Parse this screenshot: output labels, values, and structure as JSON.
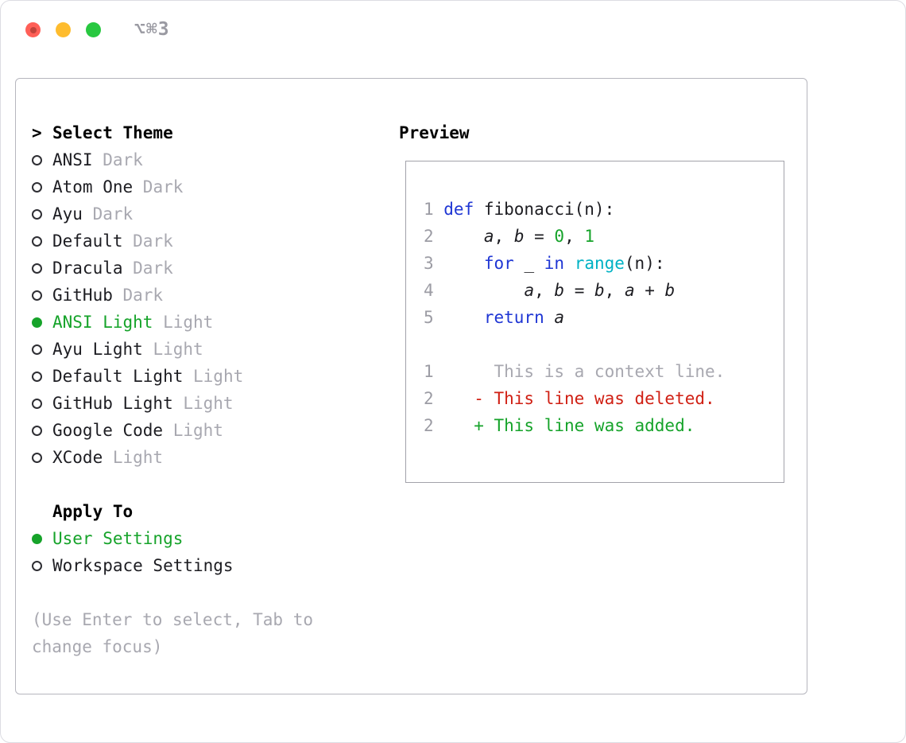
{
  "window": {
    "shortcut_label": "⌥⌘3"
  },
  "panel": {
    "select_theme": {
      "prefix": ">",
      "title": "Select Theme",
      "themes": [
        {
          "name": "ANSI",
          "variant": "Dark",
          "selected": false
        },
        {
          "name": "Atom One",
          "variant": "Dark",
          "selected": false
        },
        {
          "name": "Ayu",
          "variant": "Dark",
          "selected": false
        },
        {
          "name": "Default",
          "variant": "Dark",
          "selected": false
        },
        {
          "name": "Dracula",
          "variant": "Dark",
          "selected": false
        },
        {
          "name": "GitHub",
          "variant": "Dark",
          "selected": false
        },
        {
          "name": "ANSI Light",
          "variant": "Light",
          "selected": true
        },
        {
          "name": "Ayu Light",
          "variant": "Light",
          "selected": false
        },
        {
          "name": "Default Light",
          "variant": "Light",
          "selected": false
        },
        {
          "name": "GitHub Light",
          "variant": "Light",
          "selected": false
        },
        {
          "name": "Google Code",
          "variant": "Light",
          "selected": false
        },
        {
          "name": "XCode",
          "variant": "Light",
          "selected": false
        }
      ]
    },
    "apply_to": {
      "title": "Apply To",
      "options": [
        {
          "label": "User Settings",
          "selected": true
        },
        {
          "label": "Workspace Settings",
          "selected": false
        }
      ]
    },
    "hint": "(Use Enter to select, Tab to change focus)",
    "preview": {
      "title": "Preview",
      "code_lines": [
        {
          "num": "1",
          "tokens": [
            [
              "def",
              "kw"
            ],
            [
              " fibonacci(n):",
              "plain"
            ]
          ]
        },
        {
          "num": "2",
          "tokens": [
            [
              "    ",
              "plain"
            ],
            [
              "a",
              "var"
            ],
            [
              ", ",
              "plain"
            ],
            [
              "b",
              "var"
            ],
            [
              " = ",
              "plain"
            ],
            [
              "0",
              "num"
            ],
            [
              ", ",
              "plain"
            ],
            [
              "1",
              "num"
            ]
          ]
        },
        {
          "num": "3",
          "tokens": [
            [
              "    ",
              "plain"
            ],
            [
              "for",
              "kw"
            ],
            [
              " _ ",
              "plain"
            ],
            [
              "in",
              "kw"
            ],
            [
              " ",
              "plain"
            ],
            [
              "range",
              "cyan"
            ],
            [
              "(n):",
              "plain"
            ]
          ]
        },
        {
          "num": "4",
          "tokens": [
            [
              "        ",
              "plain"
            ],
            [
              "a",
              "var"
            ],
            [
              ", ",
              "plain"
            ],
            [
              "b",
              "var"
            ],
            [
              " = ",
              "plain"
            ],
            [
              "b",
              "var"
            ],
            [
              ", ",
              "plain"
            ],
            [
              "a",
              "var"
            ],
            [
              " + ",
              "plain"
            ],
            [
              "b",
              "var"
            ]
          ]
        },
        {
          "num": "5",
          "tokens": [
            [
              "    ",
              "plain"
            ],
            [
              "return",
              "kw"
            ],
            [
              " ",
              "plain"
            ],
            [
              "a",
              "var"
            ]
          ]
        }
      ],
      "diff_lines": [
        {
          "num": "1",
          "tokens": [
            [
              "     This is a context line.",
              "ctx"
            ]
          ]
        },
        {
          "num": "2",
          "tokens": [
            [
              "   ",
              "plain"
            ],
            [
              "- This line was deleted.",
              "del"
            ]
          ]
        },
        {
          "num": "2",
          "tokens": [
            [
              "   ",
              "plain"
            ],
            [
              "+ This line was added.",
              "add"
            ]
          ]
        }
      ]
    }
  },
  "colors": {
    "accent-green": "#16a32a",
    "keyword-blue": "#1f36d4",
    "cyan-accent": "#00b2c4",
    "deleted-red": "#d02014",
    "muted-gray": "#a8a8b0",
    "line-number-gray": "#9c9ca4",
    "panel-border": "#b6b6be",
    "shortcut-gray": "#9a9aa2",
    "traffic-red": "#ff5f57",
    "traffic-yellow": "#febc2e",
    "traffic-green": "#28c840"
  }
}
